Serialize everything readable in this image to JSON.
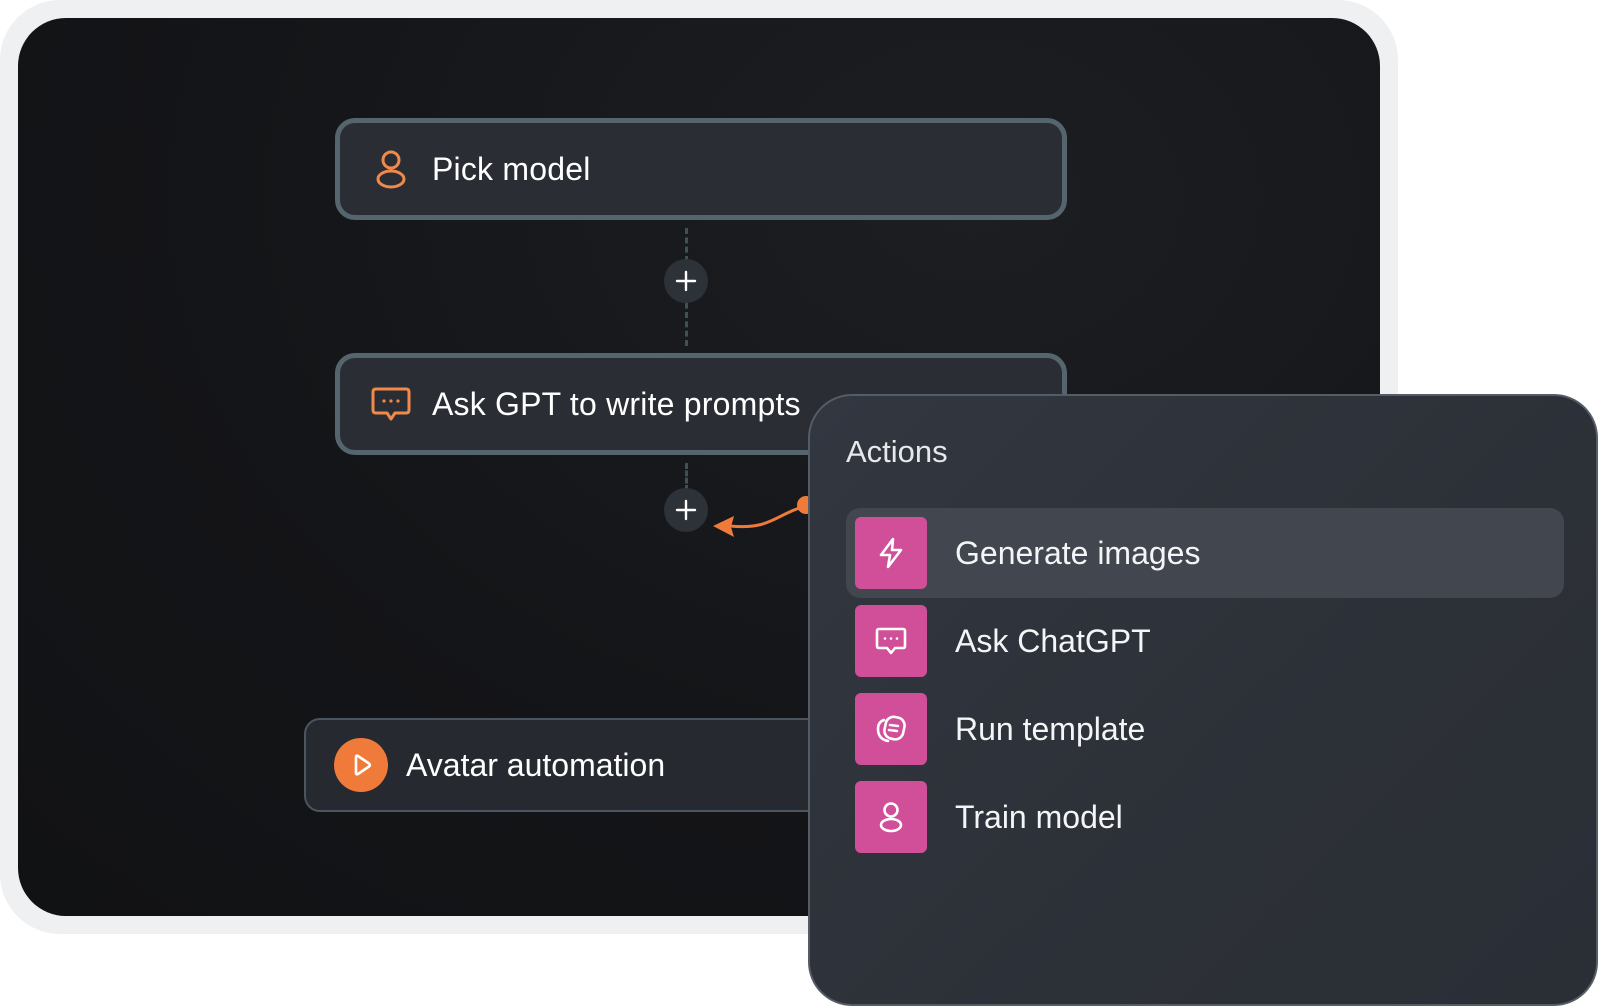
{
  "workflow": {
    "nodes": [
      {
        "label": "Pick model",
        "icon": "person-icon"
      },
      {
        "label": "Ask GPT to write prompts",
        "icon": "chat-bubble-icon"
      }
    ],
    "trigger": {
      "label": "Avatar automation",
      "icon": "play-icon"
    }
  },
  "actions_panel": {
    "title": "Actions",
    "items": [
      {
        "label": "Generate images",
        "icon": "bolt-icon",
        "highlighted": true
      },
      {
        "label": "Ask ChatGPT",
        "icon": "chat-bubble-icon",
        "highlighted": false
      },
      {
        "label": "Run template",
        "icon": "template-icon",
        "highlighted": false
      },
      {
        "label": "Train model",
        "icon": "person-icon",
        "highlighted": false
      }
    ]
  },
  "colors": {
    "accent_orange": "#f07a3a",
    "action_tile_pink": "#d04f98",
    "node_border": "#55656e",
    "canvas_background": "#141518"
  }
}
